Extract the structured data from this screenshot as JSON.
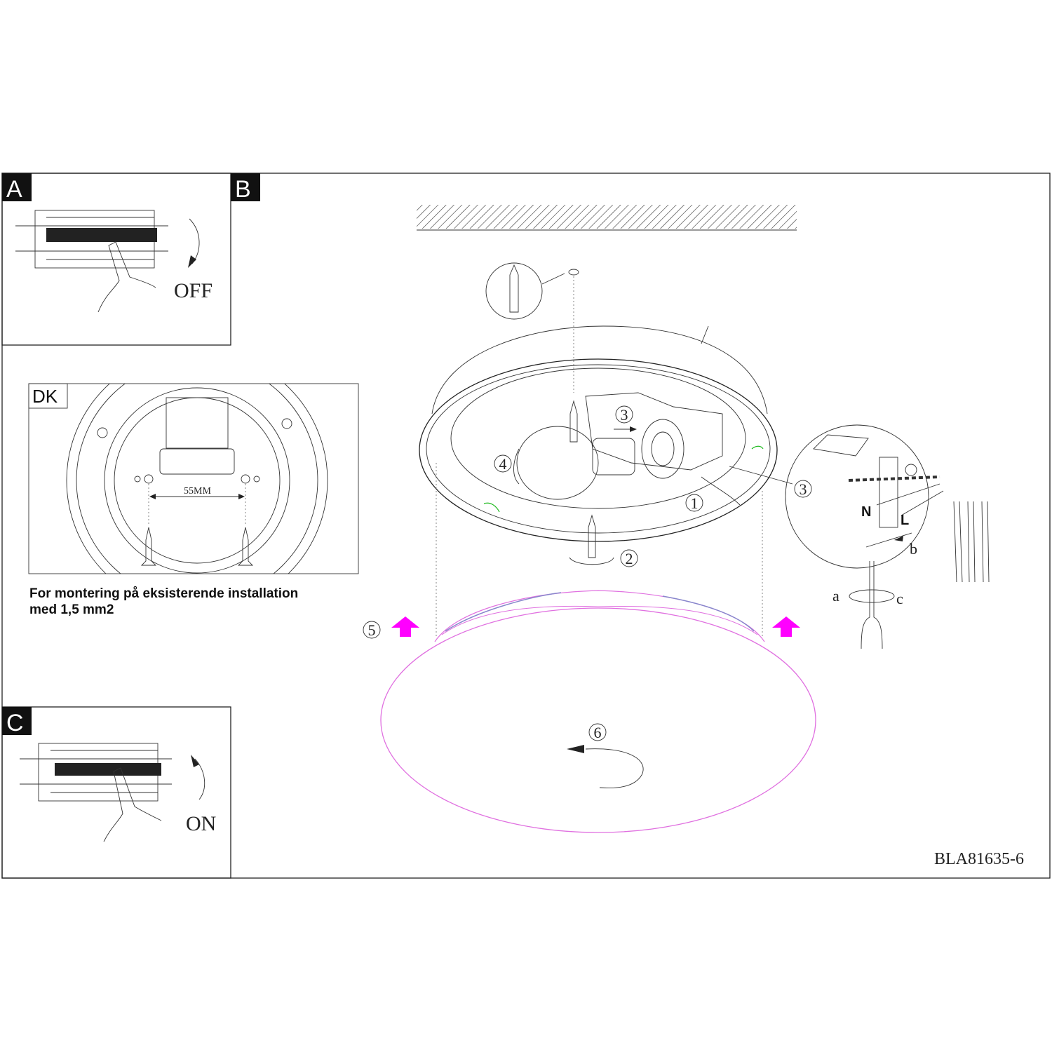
{
  "panels": {
    "a": {
      "label": "A",
      "switch_state": "OFF"
    },
    "b": {
      "label": "B"
    },
    "c": {
      "label": "C",
      "switch_state": "ON"
    }
  },
  "dk_box": {
    "label": "DK",
    "dimension": "55MM",
    "note_line1": "For montering på  eksisterende installation",
    "note_line2": "med 1,5 mm2"
  },
  "steps": {
    "s1": "1",
    "s2": "2",
    "s3": "3",
    "s3_detail": "3",
    "s4": "4",
    "s5": "5",
    "s6": "6"
  },
  "wiring": {
    "neutral": "N",
    "live": "L",
    "b": "b",
    "a": "a",
    "c": "c"
  },
  "model_code": "BLA81635-6",
  "colors": {
    "accent_arrow": "#ff00ff",
    "shade_outline": "#e070e0",
    "line": "#222222"
  }
}
